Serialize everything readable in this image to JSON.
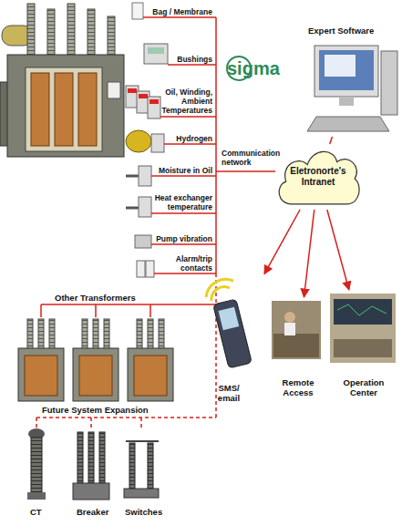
{
  "diagram": {
    "nodes": [
      {
        "text": [
          "Eletronorte's Intranet"
        ]
      },
      {
        "text": [
          "Expert Software"
        ]
      },
      {
        "text": [
          "SMS/ email"
        ]
      },
      {
        "text": [
          "Remote Access"
        ]
      },
      {
        "text": [
          "Operation Center"
        ]
      }
    ],
    "edges": [
      {
        "from": 0,
        "to": 1,
        "arrow": "none"
      },
      {
        "from": 0,
        "to": 2,
        "arrow": "to"
      },
      {
        "from": 0,
        "to": 3,
        "arrow": "to"
      },
      {
        "from": 0,
        "to": 4,
        "arrow": "to"
      }
    ],
    "labels": [
      "Bag / Membrane",
      "Bushings",
      "Oil, Winding, Ambient Temperatures",
      "Hydrogen",
      "Moisture in Oil",
      "Heat exchanger temperature",
      "Pump vibration",
      "Alarm/trip contacts",
      "Communication network",
      "sigma",
      "Other Transformers",
      "Future System Expansion",
      "CT",
      "Breaker",
      "Switches"
    ]
  }
}
